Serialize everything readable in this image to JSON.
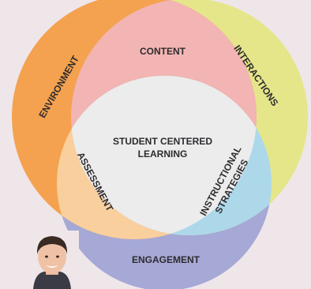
{
  "diagram": {
    "center_label_line1": "STUDENT CENTERED",
    "center_label_line2": "LEARNING",
    "circles": {
      "environment": {
        "label": "ENVIRONMENT",
        "color": "#f4a24f"
      },
      "interactions": {
        "label": "INTERACTIONS",
        "color": "#e5e68a"
      },
      "engagement": {
        "label": "ENGAGEMENT",
        "color": "#a6a8d6"
      }
    },
    "overlaps": {
      "content": {
        "label": "CONTENT",
        "color": "#f2b5b3"
      },
      "assessment": {
        "label": "ASSESSMENT",
        "color": "#f8cf9d"
      },
      "instructional": {
        "label_line1": "INSTRUCTIONAL",
        "label_line2": "STRATEGIES",
        "color": "#add8ea"
      }
    },
    "center_color": "#ececed"
  },
  "icons": {
    "presenter": "person-photo"
  }
}
